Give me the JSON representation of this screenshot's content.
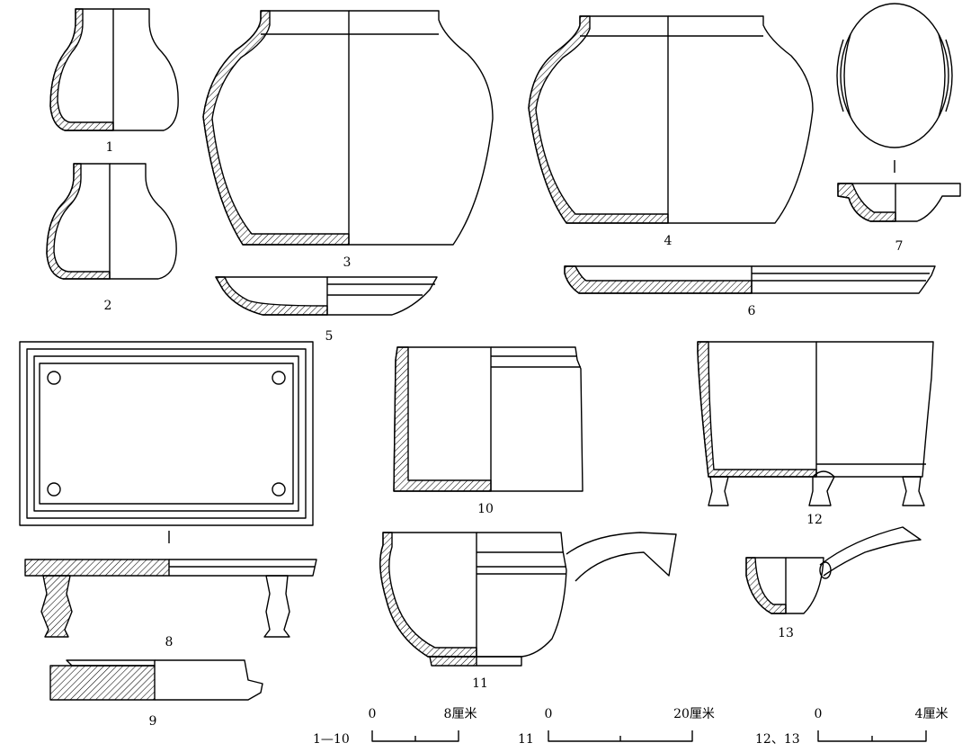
{
  "figure_labels": {
    "n1": "1",
    "n2": "2",
    "n3": "3",
    "n4": "4",
    "n5": "5",
    "n6": "6",
    "n7": "7",
    "n8": "8",
    "n9": "9",
    "n10": "10",
    "n11": "11",
    "n12": "12",
    "n13": "13"
  },
  "scales": [
    {
      "group": "1—10",
      "start": "0",
      "end": "8厘米"
    },
    {
      "group": "11",
      "start": "0",
      "end": "20厘米"
    },
    {
      "group": "12、13",
      "start": "0",
      "end": "4厘米"
    }
  ]
}
